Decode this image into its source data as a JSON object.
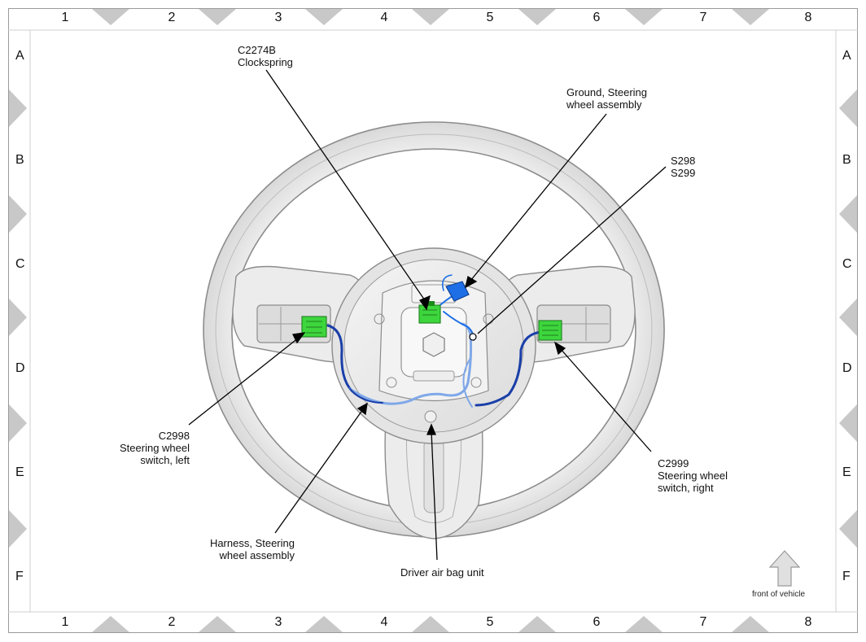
{
  "grid": {
    "columns": [
      "1",
      "2",
      "3",
      "4",
      "5",
      "6",
      "7",
      "8"
    ],
    "rows": [
      "A",
      "B",
      "C",
      "D",
      "E",
      "F"
    ]
  },
  "callouts": {
    "clockspring": {
      "line1": "C2274B",
      "line2": "Clockspring"
    },
    "ground": {
      "line1": "Ground, Steering",
      "line2": "wheel assembly"
    },
    "splice": {
      "line1": "S298",
      "line2": "S299"
    },
    "switch_left": {
      "line1": "C2998",
      "line2": "Steering wheel",
      "line3": "switch, left"
    },
    "switch_right": {
      "line1": "C2999",
      "line2": "Steering wheel",
      "line3": "switch, right"
    },
    "harness": {
      "line1": "Harness, Steering",
      "line2": "wheel assembly"
    },
    "airbag": {
      "line1": "Driver air bag unit"
    }
  },
  "orientation": {
    "label": "front of vehicle"
  },
  "colors": {
    "connector_green": "#3dd63d",
    "ground_blue": "#1e6fe6",
    "harness_dark": "#1a3fa8",
    "harness_light": "#7fa8e8",
    "wheel_fill": "#efefef",
    "wheel_edge": "#8c8c8c",
    "grid_marker": "#c8c8c8"
  }
}
